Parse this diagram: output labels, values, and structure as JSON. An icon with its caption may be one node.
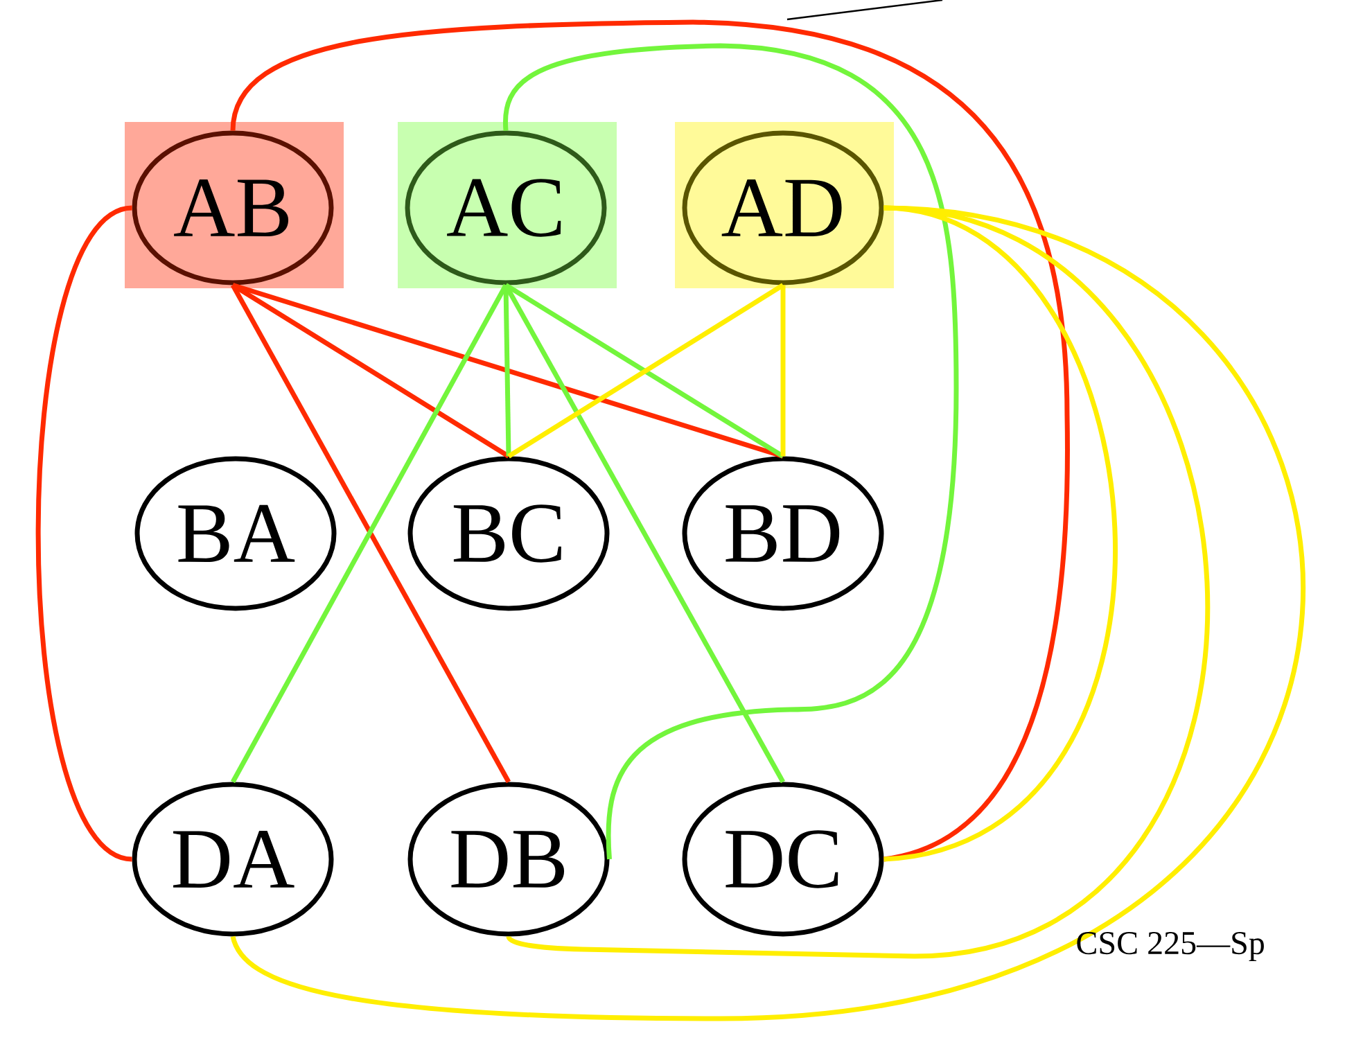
{
  "diagram": {
    "nodes": [
      {
        "text": [
          "AB"
        ]
      },
      {
        "text": [
          "AC"
        ]
      },
      {
        "text": [
          "AD"
        ]
      },
      {
        "text": [
          "BA"
        ]
      },
      {
        "text": [
          "BC"
        ]
      },
      {
        "text": [
          "BD"
        ]
      },
      {
        "text": [
          "DA"
        ]
      },
      {
        "text": [
          "DB"
        ]
      },
      {
        "text": [
          "DC"
        ]
      }
    ],
    "edges": [
      {
        "from": 0,
        "to": 6,
        "arrow": "none",
        "color": "#ff2a00"
      },
      {
        "from": 0,
        "to": 7,
        "arrow": "none",
        "color": "#ff2a00"
      },
      {
        "from": 0,
        "to": 4,
        "arrow": "none",
        "color": "#ff2a00"
      },
      {
        "from": 0,
        "to": 5,
        "arrow": "none",
        "color": "#ff2a00"
      },
      {
        "from": 0,
        "to": 8,
        "arrow": "none",
        "color": "#ff2a00"
      },
      {
        "from": 1,
        "to": 4,
        "arrow": "none",
        "color": "#73f53c"
      },
      {
        "from": 1,
        "to": 5,
        "arrow": "none",
        "color": "#73f53c"
      },
      {
        "from": 1,
        "to": 6,
        "arrow": "none",
        "color": "#73f53c"
      },
      {
        "from": 1,
        "to": 8,
        "arrow": "none",
        "color": "#73f53c"
      },
      {
        "from": 1,
        "to": 7,
        "arrow": "none",
        "color": "#73f53c"
      },
      {
        "from": 2,
        "to": 4,
        "arrow": "none",
        "color": "#ffee00"
      },
      {
        "from": 2,
        "to": 5,
        "arrow": "none",
        "color": "#ffee00"
      },
      {
        "from": 2,
        "to": 8,
        "arrow": "none",
        "color": "#ffee00"
      },
      {
        "from": 2,
        "to": 7,
        "arrow": "none",
        "color": "#ffee00"
      },
      {
        "from": 2,
        "to": 6,
        "arrow": "none",
        "color": "#ffee00"
      }
    ],
    "labels": [
      "CSC 225—Sp"
    ]
  }
}
